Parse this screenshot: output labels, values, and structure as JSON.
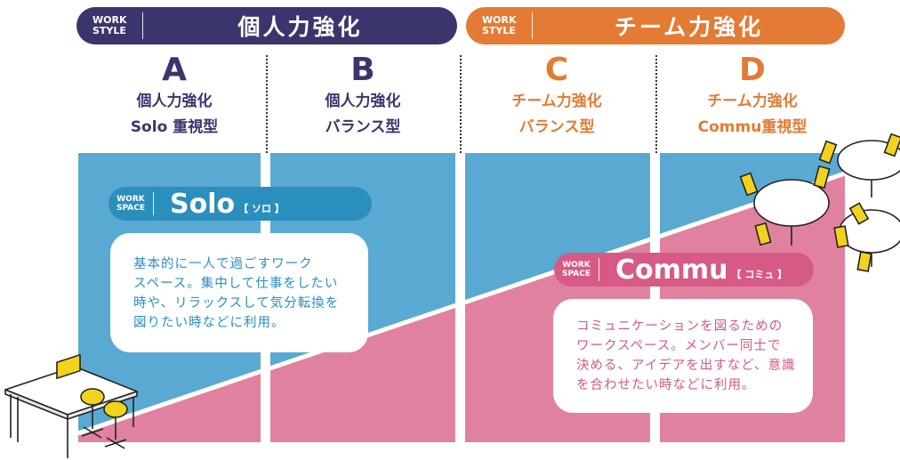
{
  "banners": {
    "individual": {
      "tag_line1": "WORK",
      "tag_line2": "STYLE",
      "title": "個人力強化",
      "color": "#3b356e"
    },
    "team": {
      "tag_line1": "WORK",
      "tag_line2": "STYLE",
      "title": "チーム力強化",
      "color": "#e37b34"
    }
  },
  "columns": [
    {
      "letter": "A",
      "line1": "個人力強化",
      "line2": "Solo 重視型"
    },
    {
      "letter": "B",
      "line1": "個人力強化",
      "line2": "バランス型"
    },
    {
      "letter": "C",
      "line1": "チーム力強化",
      "line2": "バランス型"
    },
    {
      "letter": "D",
      "line1": "チーム力強化",
      "line2": "Commu重視型"
    }
  ],
  "spaces": {
    "solo": {
      "tag_line1": "WORK",
      "tag_line2": "SPACE",
      "name": "Solo",
      "kana": "【 ソロ 】",
      "description": [
        "基本的に一人で過ごすワーク",
        "スペース。集中して仕事をしたい",
        "時や、リラックスして気分転換を",
        "図りたい時などに利用。"
      ],
      "color": "#5aa9d2"
    },
    "commu": {
      "tag_line1": "WORK",
      "tag_line2": "SPACE",
      "name": "Commu",
      "kana": "【 コミュ 】",
      "description": [
        "コミュニケーションを図るための",
        "ワークスペース。メンバー同士で",
        "決める、アイデアを出すなど、意識",
        "を合わせたい時などに利用。"
      ],
      "color": "#e0829f"
    }
  },
  "icons": [
    "desk-chairs-illustration",
    "round-tables-illustration"
  ]
}
